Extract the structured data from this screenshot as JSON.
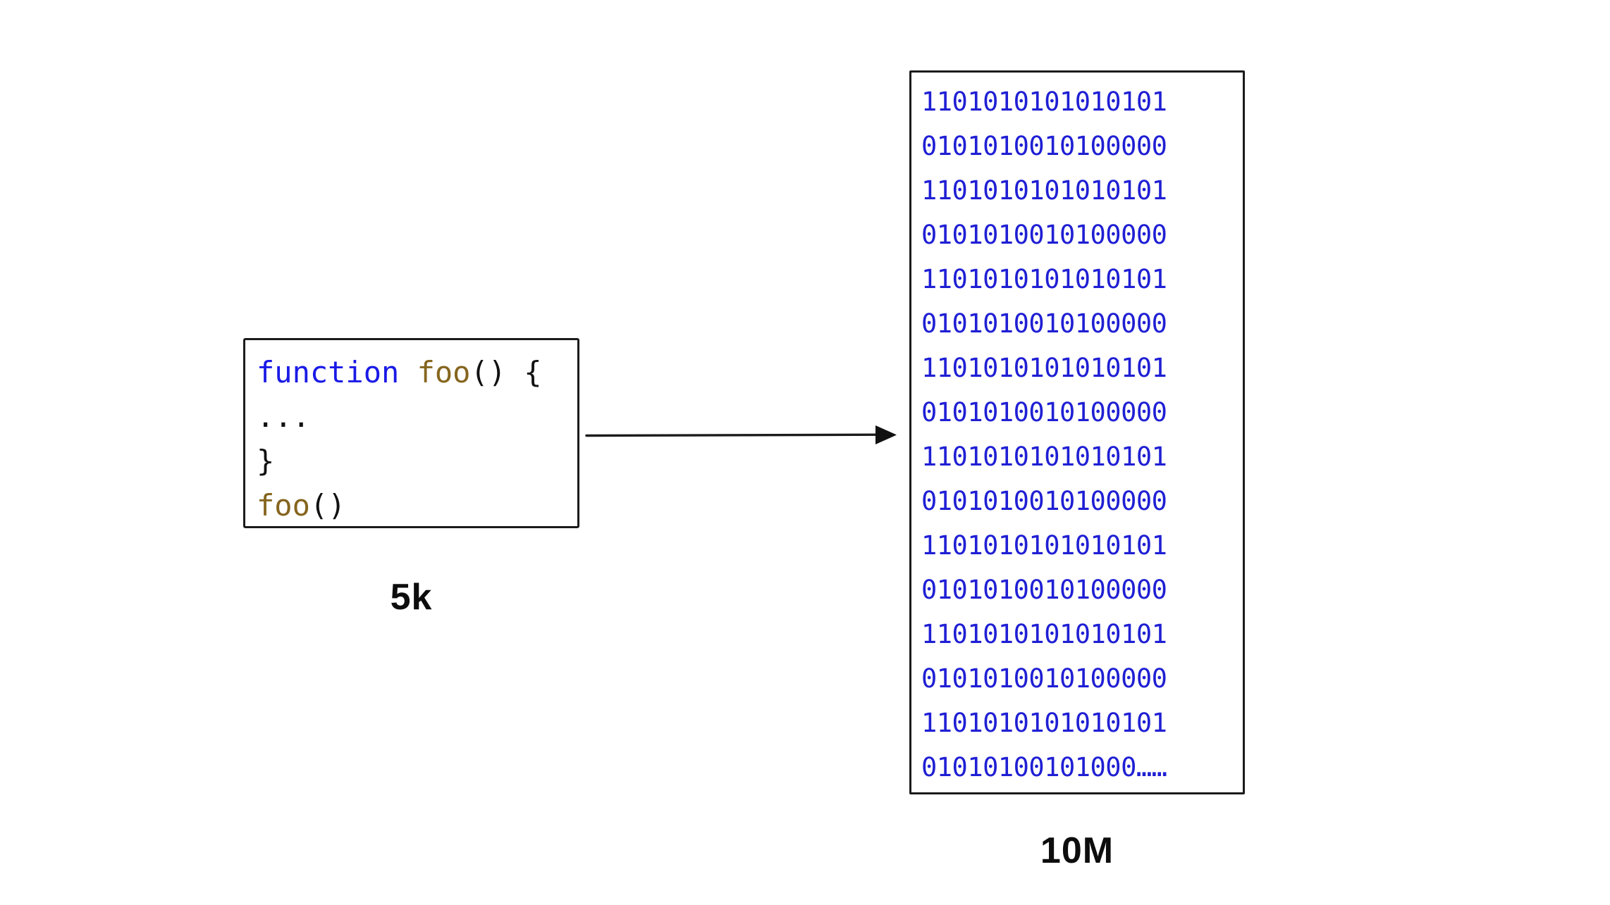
{
  "diagram": {
    "title": "source code to machine code size comparison",
    "background_color": "#ffffff"
  },
  "source_box": {
    "name": "source-code-box",
    "border_color": "#1b1b1b",
    "lines": [
      {
        "tokens": [
          {
            "text": "function",
            "role": "keyword",
            "color": "#1a1ae6"
          },
          {
            "text": " ",
            "role": "space",
            "color": "#111111"
          },
          {
            "text": "foo",
            "role": "function-name",
            "color": "#85651e"
          },
          {
            "text": "() {",
            "role": "punctuation",
            "color": "#111111"
          }
        ]
      },
      {
        "tokens": [
          {
            "text": "...",
            "role": "punctuation",
            "color": "#111111"
          }
        ]
      },
      {
        "tokens": [
          {
            "text": "}",
            "role": "punctuation",
            "color": "#111111"
          }
        ]
      },
      {
        "tokens": [
          {
            "text": "foo",
            "role": "function-name",
            "color": "#85651e"
          },
          {
            "text": "()",
            "role": "punctuation",
            "color": "#111111"
          }
        ]
      }
    ],
    "caption": "5k"
  },
  "arrow": {
    "name": "compile-arrow",
    "color": "#1b1b1b",
    "direction": "left-to-right",
    "head": "solid-triangle"
  },
  "binary_box": {
    "name": "machine-code-box",
    "border_color": "#1b1b1b",
    "text_color": "#1f1fd4",
    "lines": [
      "1101010101010101",
      "0101010010100000",
      "1101010101010101",
      "0101010010100000",
      "1101010101010101",
      "0101010010100000",
      "1101010101010101",
      "0101010010100000",
      "1101010101010101",
      "0101010010100000",
      "1101010101010101",
      "0101010010100000",
      "1101010101010101",
      "0101010010100000",
      "1101010101010101",
      "01010100101000……"
    ],
    "caption": "10M"
  }
}
